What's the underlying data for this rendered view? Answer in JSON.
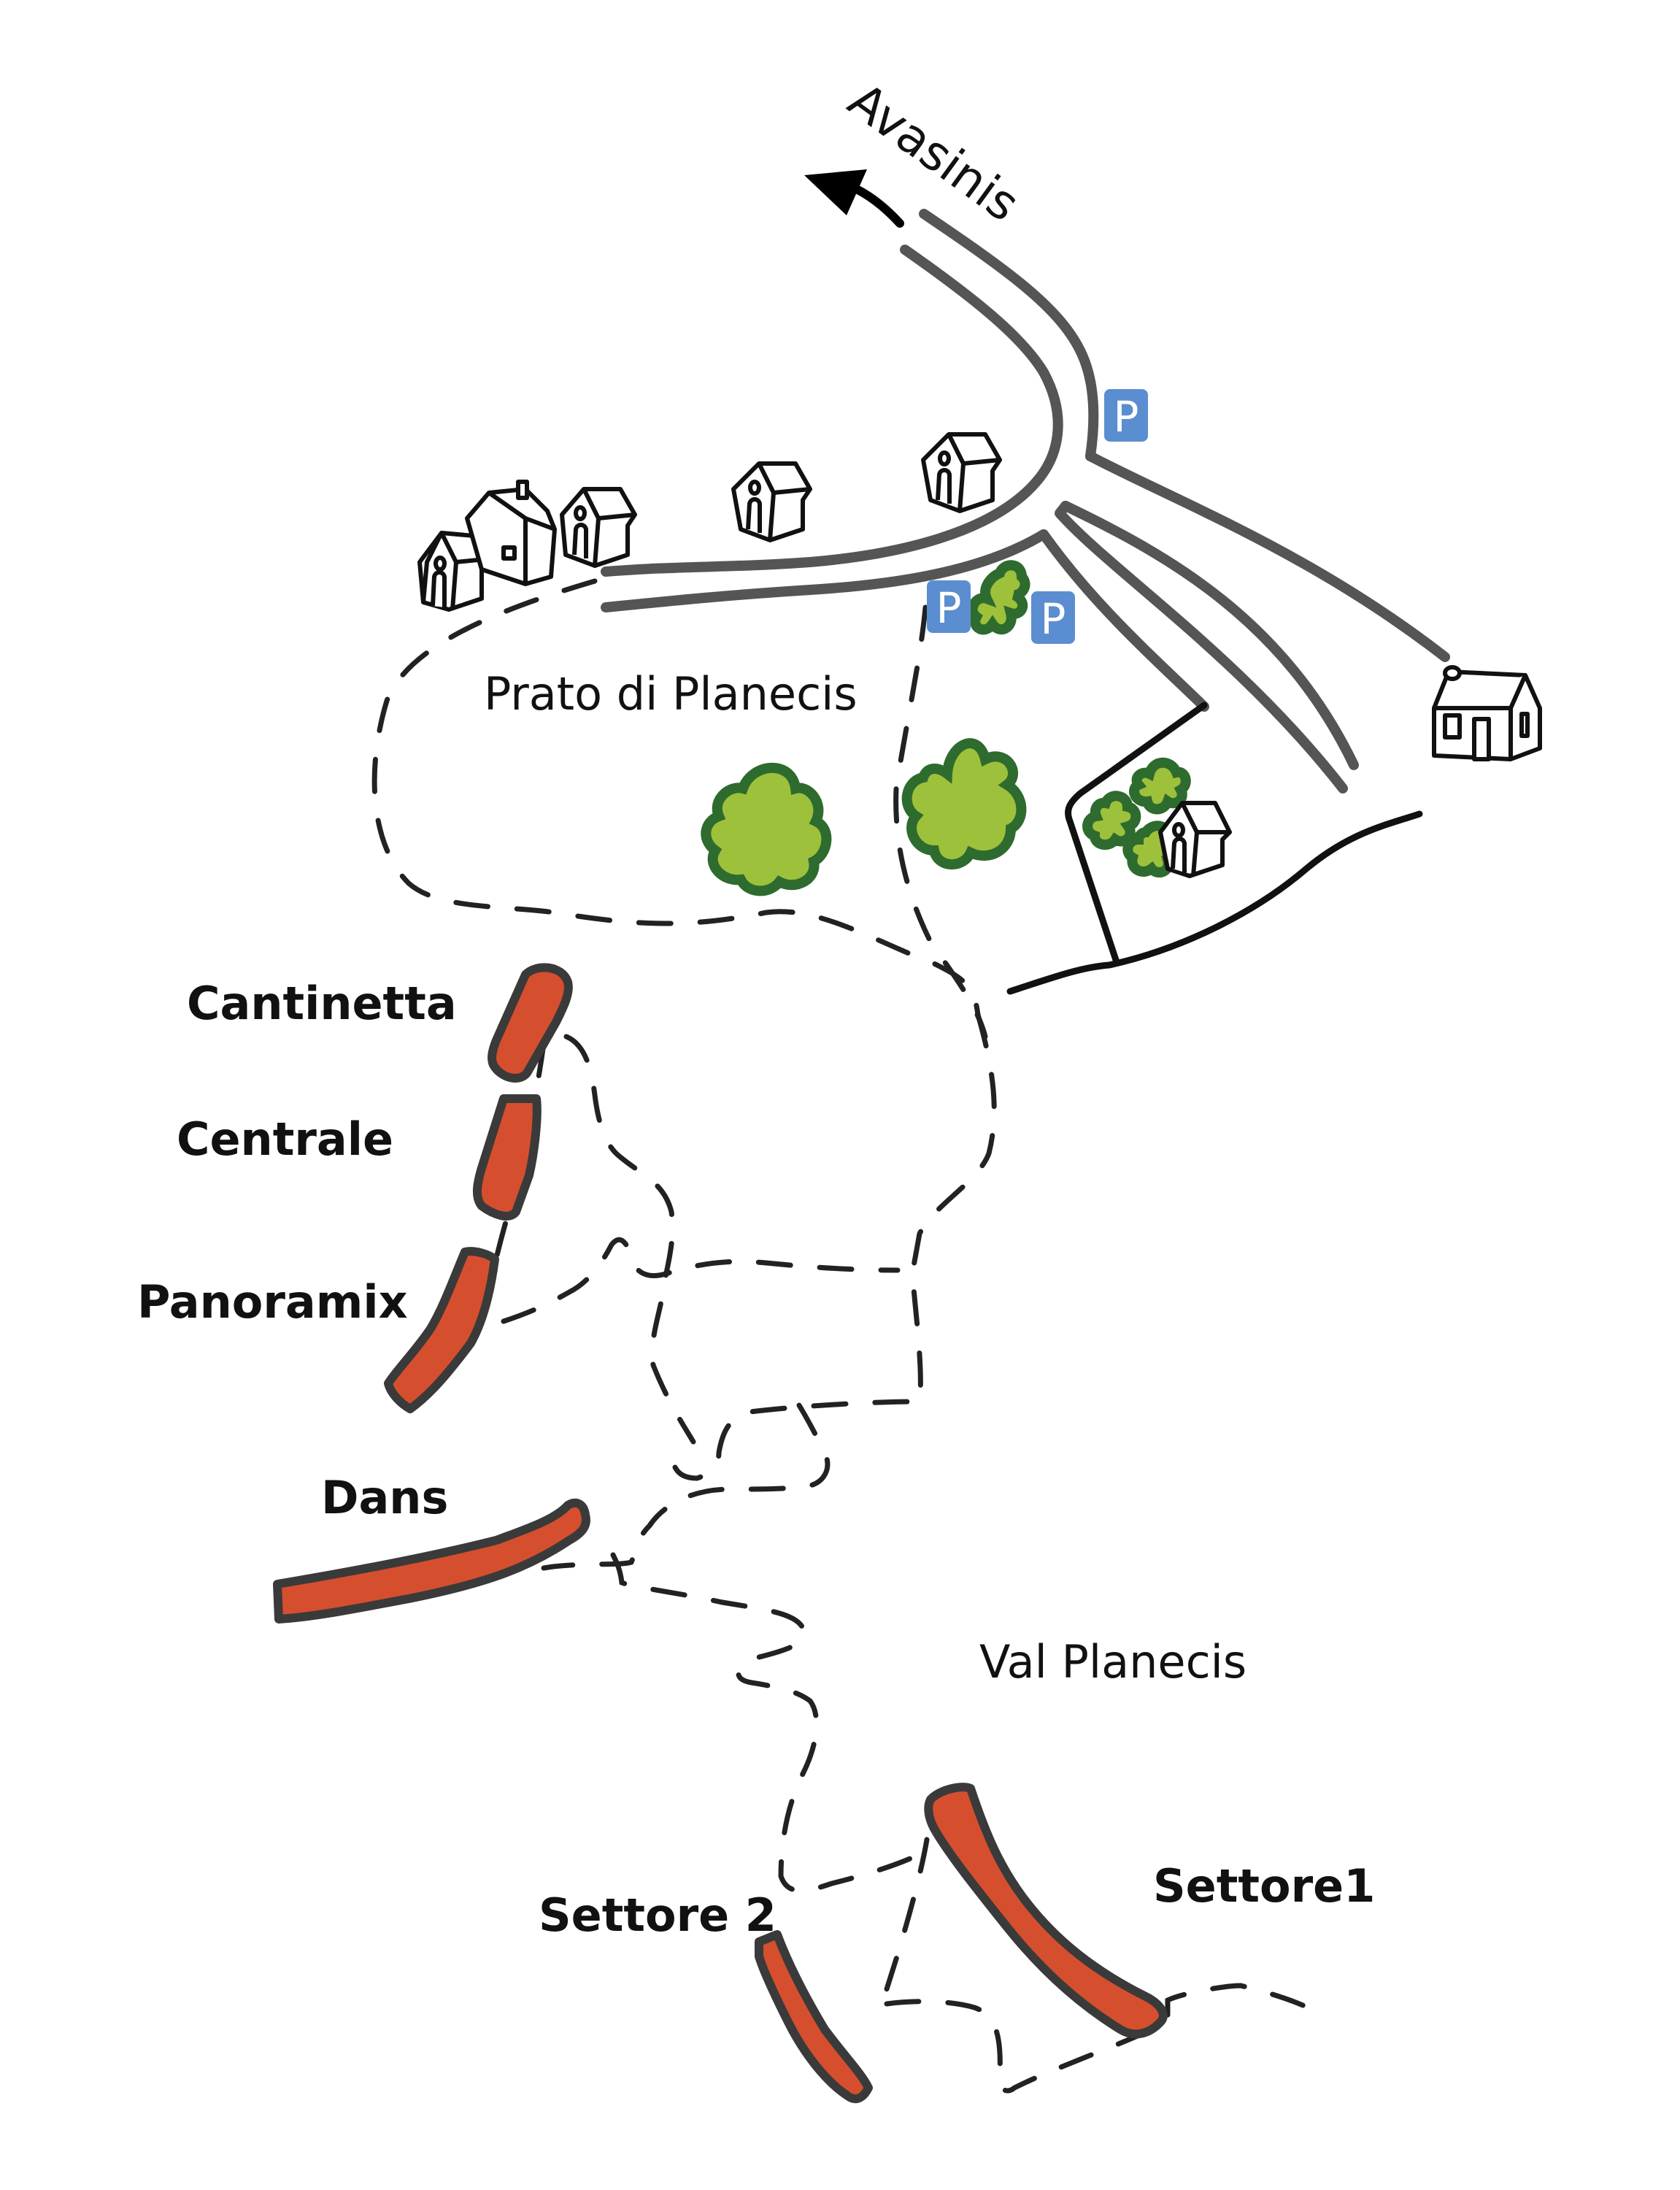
{
  "map": {
    "title": "",
    "colors": {
      "road": "#555555",
      "trail": "#222222",
      "sector_fill": "#D54F2F",
      "sector_stroke": "#3A3A3A",
      "tree_fill": "#9DC13B",
      "tree_stroke": "#2E6B2E",
      "parking_bg": "#5B8ED0",
      "parking_text": "#FFFFFF",
      "text": "#111111"
    },
    "direction": {
      "label": "Avasinis",
      "icon": "arrow-left-up-icon"
    },
    "places": [
      {
        "id": "prato",
        "label": "Prato di Planecis"
      },
      {
        "id": "val",
        "label": "Val Planecis"
      }
    ],
    "climbing_sectors": [
      {
        "id": "cantinetta",
        "label": "Cantinetta"
      },
      {
        "id": "centrale",
        "label": "Centrale"
      },
      {
        "id": "panoramix",
        "label": "Panoramix"
      },
      {
        "id": "dans",
        "label": "Dans"
      },
      {
        "id": "settore2",
        "label": "Settore 2"
      },
      {
        "id": "settore1",
        "label": "Settore1"
      }
    ],
    "parking": [
      {
        "label": "P"
      },
      {
        "label": "P"
      },
      {
        "label": "P"
      }
    ],
    "icons": {
      "house": "house-icon",
      "tree": "tree-icon",
      "bush": "bush-icon",
      "parking": "parking-icon"
    }
  }
}
